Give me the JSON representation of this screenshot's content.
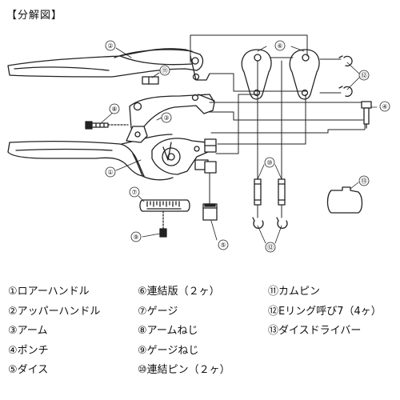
{
  "title": "【分解図】",
  "callouts": {
    "c1": "①",
    "c2": "②",
    "c3": "③",
    "c4": "④",
    "c5": "⑤",
    "c6": "⑥",
    "c7": "⑦",
    "c8": "⑧",
    "c9": "⑨",
    "c10a": "⑩",
    "c11": "⑪",
    "c12a": "⑫",
    "c12b": "⑫",
    "c13": "⑬"
  },
  "legend": [
    {
      "label": "①ロアーハンドル"
    },
    {
      "label": "②アッパーハンドル"
    },
    {
      "label": "③アーム"
    },
    {
      "label": "④ポンチ"
    },
    {
      "label": "⑤ダイス"
    },
    {
      "label": "⑥連結版（２ヶ）"
    },
    {
      "label": "⑦ゲージ"
    },
    {
      "label": "⑧アームねじ"
    },
    {
      "label": "⑨ゲージねじ"
    },
    {
      "label": "⑩連結ピン（２ヶ）"
    },
    {
      "label": "⑪カムピン"
    },
    {
      "label": "⑫Eリング呼び7（4ヶ）"
    },
    {
      "label": "⑬ダイスドライバー"
    }
  ]
}
